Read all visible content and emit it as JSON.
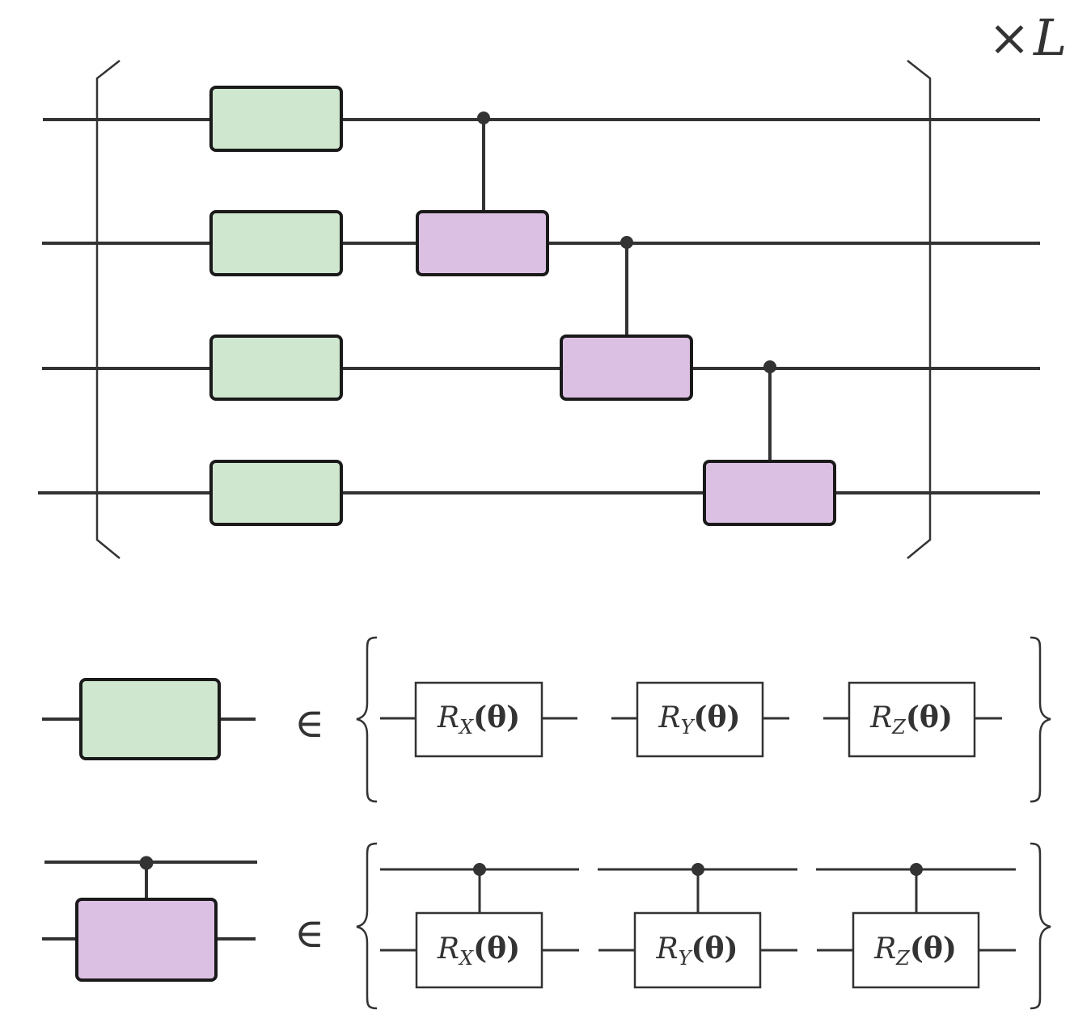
{
  "repeat_label": {
    "times": "×",
    "symbol": "L"
  },
  "colors": {
    "single_qubit_gate": "#cfe6cf",
    "two_qubit_gate": "#dcc0e3",
    "wire": "#333333"
  },
  "member_symbol": "∈",
  "single_qubit_options": [
    {
      "base": "R",
      "sub": "X",
      "arg": "(θ)"
    },
    {
      "base": "R",
      "sub": "Y",
      "arg": "(θ)"
    },
    {
      "base": "R",
      "sub": "Z",
      "arg": "(θ)"
    }
  ],
  "two_qubit_options": [
    {
      "base": "R",
      "sub": "X",
      "arg": "(θ)"
    },
    {
      "base": "R",
      "sub": "Y",
      "arg": "(θ)"
    },
    {
      "base": "R",
      "sub": "Z",
      "arg": "(θ)"
    }
  ]
}
